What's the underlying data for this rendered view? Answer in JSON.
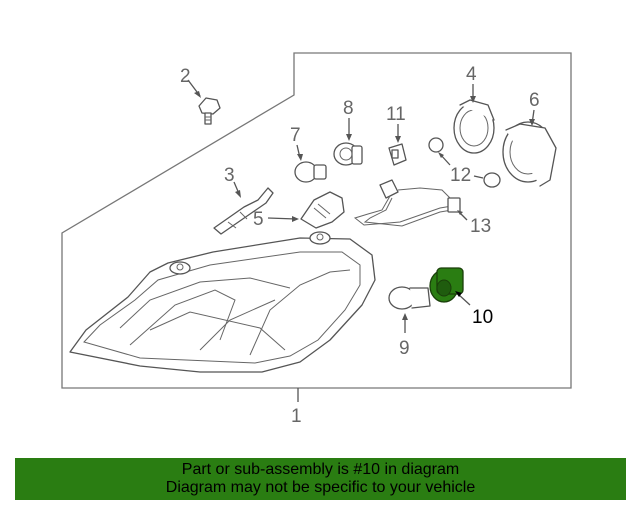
{
  "diagram": {
    "highlight_color": "#2a7d12",
    "callouts": {
      "c1": "1",
      "c2": "2",
      "c3": "3",
      "c4": "4",
      "c5": "5",
      "c6": "6",
      "c7": "7",
      "c8": "8",
      "c9": "9",
      "c10": "10",
      "c11": "11",
      "c12": "12",
      "c13": "13"
    },
    "highlighted_part": "10"
  },
  "caption": {
    "line1": "Part or sub-assembly is #10 in diagram",
    "line2": "Diagram may not be specific to your vehicle",
    "background": "#2a7d12"
  }
}
